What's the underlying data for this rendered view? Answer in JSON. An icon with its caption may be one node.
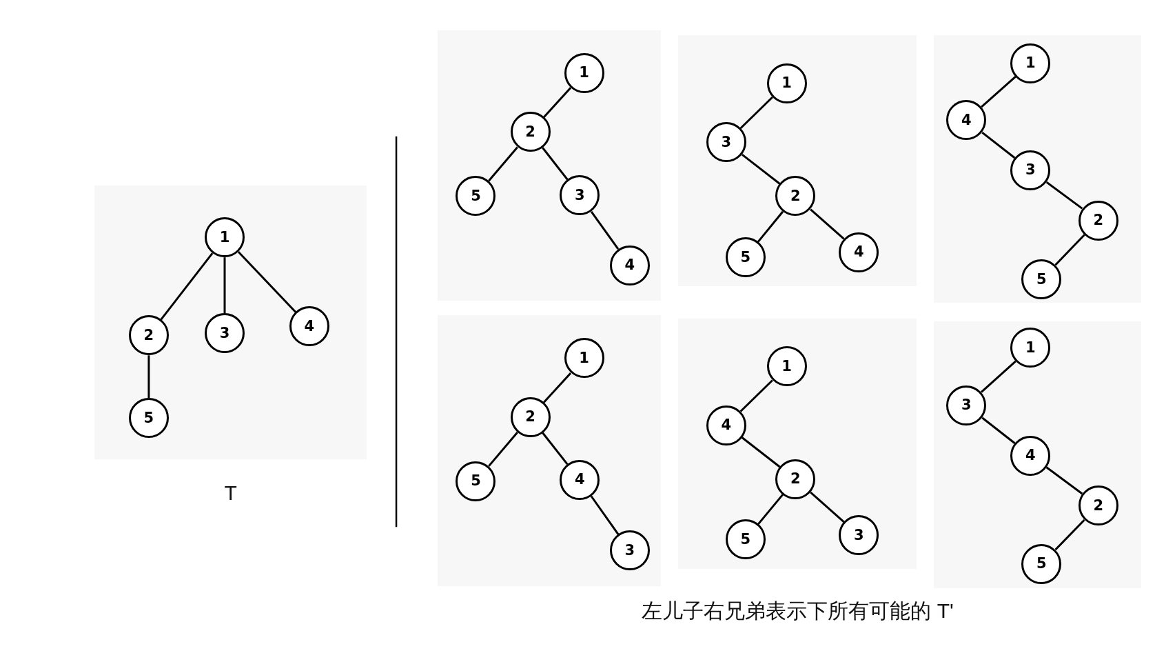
{
  "diagram": {
    "caption": "左儿子右兄弟表示下所有可能的 T'",
    "nodes": [
      {
        "text": [],
        "shape": "box",
        "beside": [
          "T"
        ]
      },
      {
        "text": [
          "1"
        ],
        "in": 0
      },
      {
        "text": [
          "2"
        ],
        "in": 0
      },
      {
        "text": [
          "3"
        ],
        "in": 0
      },
      {
        "text": [
          "4"
        ],
        "in": 0
      },
      {
        "text": [
          "5"
        ],
        "in": 0
      },
      {
        "text": [],
        "shape": "box"
      },
      {
        "text": [
          "1"
        ],
        "in": 6
      },
      {
        "text": [
          "2"
        ],
        "in": 6
      },
      {
        "text": [
          "5"
        ],
        "in": 6
      },
      {
        "text": [
          "3"
        ],
        "in": 6
      },
      {
        "text": [
          "4"
        ],
        "in": 6
      },
      {
        "text": [],
        "shape": "box"
      },
      {
        "text": [
          "1"
        ],
        "in": 12
      },
      {
        "text": [
          "3"
        ],
        "in": 12
      },
      {
        "text": [
          "2"
        ],
        "in": 12
      },
      {
        "text": [
          "5"
        ],
        "in": 12
      },
      {
        "text": [
          "4"
        ],
        "in": 12
      },
      {
        "text": [],
        "shape": "box"
      },
      {
        "text": [
          "1"
        ],
        "in": 18
      },
      {
        "text": [
          "4"
        ],
        "in": 18
      },
      {
        "text": [
          "3"
        ],
        "in": 18
      },
      {
        "text": [
          "2"
        ],
        "in": 18
      },
      {
        "text": [
          "5"
        ],
        "in": 18
      },
      {
        "text": [],
        "shape": "box"
      },
      {
        "text": [
          "1"
        ],
        "in": 24
      },
      {
        "text": [
          "2"
        ],
        "in": 24
      },
      {
        "text": [
          "5"
        ],
        "in": 24
      },
      {
        "text": [
          "4"
        ],
        "in": 24
      },
      {
        "text": [
          "3"
        ],
        "in": 24
      },
      {
        "text": [],
        "shape": "box"
      },
      {
        "text": [
          "1"
        ],
        "in": 30
      },
      {
        "text": [
          "4"
        ],
        "in": 30
      },
      {
        "text": [
          "2"
        ],
        "in": 30
      },
      {
        "text": [
          "5"
        ],
        "in": 30
      },
      {
        "text": [
          "3"
        ],
        "in": 30
      },
      {
        "text": [],
        "shape": "box"
      },
      {
        "text": [
          "1"
        ],
        "in": 36
      },
      {
        "text": [
          "3"
        ],
        "in": 36
      },
      {
        "text": [
          "4"
        ],
        "in": 36
      },
      {
        "text": [
          "2"
        ],
        "in": 36
      },
      {
        "text": [
          "5"
        ],
        "in": 36
      }
    ],
    "edges": [
      {
        "from": 1,
        "to": 2,
        "arrow": "none"
      },
      {
        "from": 1,
        "to": 3,
        "arrow": "none"
      },
      {
        "from": 1,
        "to": 4,
        "arrow": "none"
      },
      {
        "from": 2,
        "to": 5,
        "arrow": "none"
      },
      {
        "from": 7,
        "to": 8,
        "arrow": "none"
      },
      {
        "from": 8,
        "to": 9,
        "arrow": "none"
      },
      {
        "from": 8,
        "to": 10,
        "arrow": "none"
      },
      {
        "from": 10,
        "to": 11,
        "arrow": "none"
      },
      {
        "from": 13,
        "to": 14,
        "arrow": "none"
      },
      {
        "from": 14,
        "to": 15,
        "arrow": "none"
      },
      {
        "from": 15,
        "to": 16,
        "arrow": "none"
      },
      {
        "from": 15,
        "to": 17,
        "arrow": "none"
      },
      {
        "from": 19,
        "to": 20,
        "arrow": "none"
      },
      {
        "from": 20,
        "to": 21,
        "arrow": "none"
      },
      {
        "from": 21,
        "to": 22,
        "arrow": "none"
      },
      {
        "from": 22,
        "to": 23,
        "arrow": "none"
      },
      {
        "from": 25,
        "to": 26,
        "arrow": "none"
      },
      {
        "from": 26,
        "to": 27,
        "arrow": "none"
      },
      {
        "from": 26,
        "to": 28,
        "arrow": "none"
      },
      {
        "from": 28,
        "to": 29,
        "arrow": "none"
      },
      {
        "from": 31,
        "to": 32,
        "arrow": "none"
      },
      {
        "from": 32,
        "to": 33,
        "arrow": "none"
      },
      {
        "from": 33,
        "to": 34,
        "arrow": "none"
      },
      {
        "from": 33,
        "to": 35,
        "arrow": "none"
      },
      {
        "from": 37,
        "to": 38,
        "arrow": "none"
      },
      {
        "from": 38,
        "to": 39,
        "arrow": "none"
      },
      {
        "from": 39,
        "to": 40,
        "arrow": "none"
      },
      {
        "from": 40,
        "to": 41,
        "arrow": "none"
      }
    ]
  }
}
